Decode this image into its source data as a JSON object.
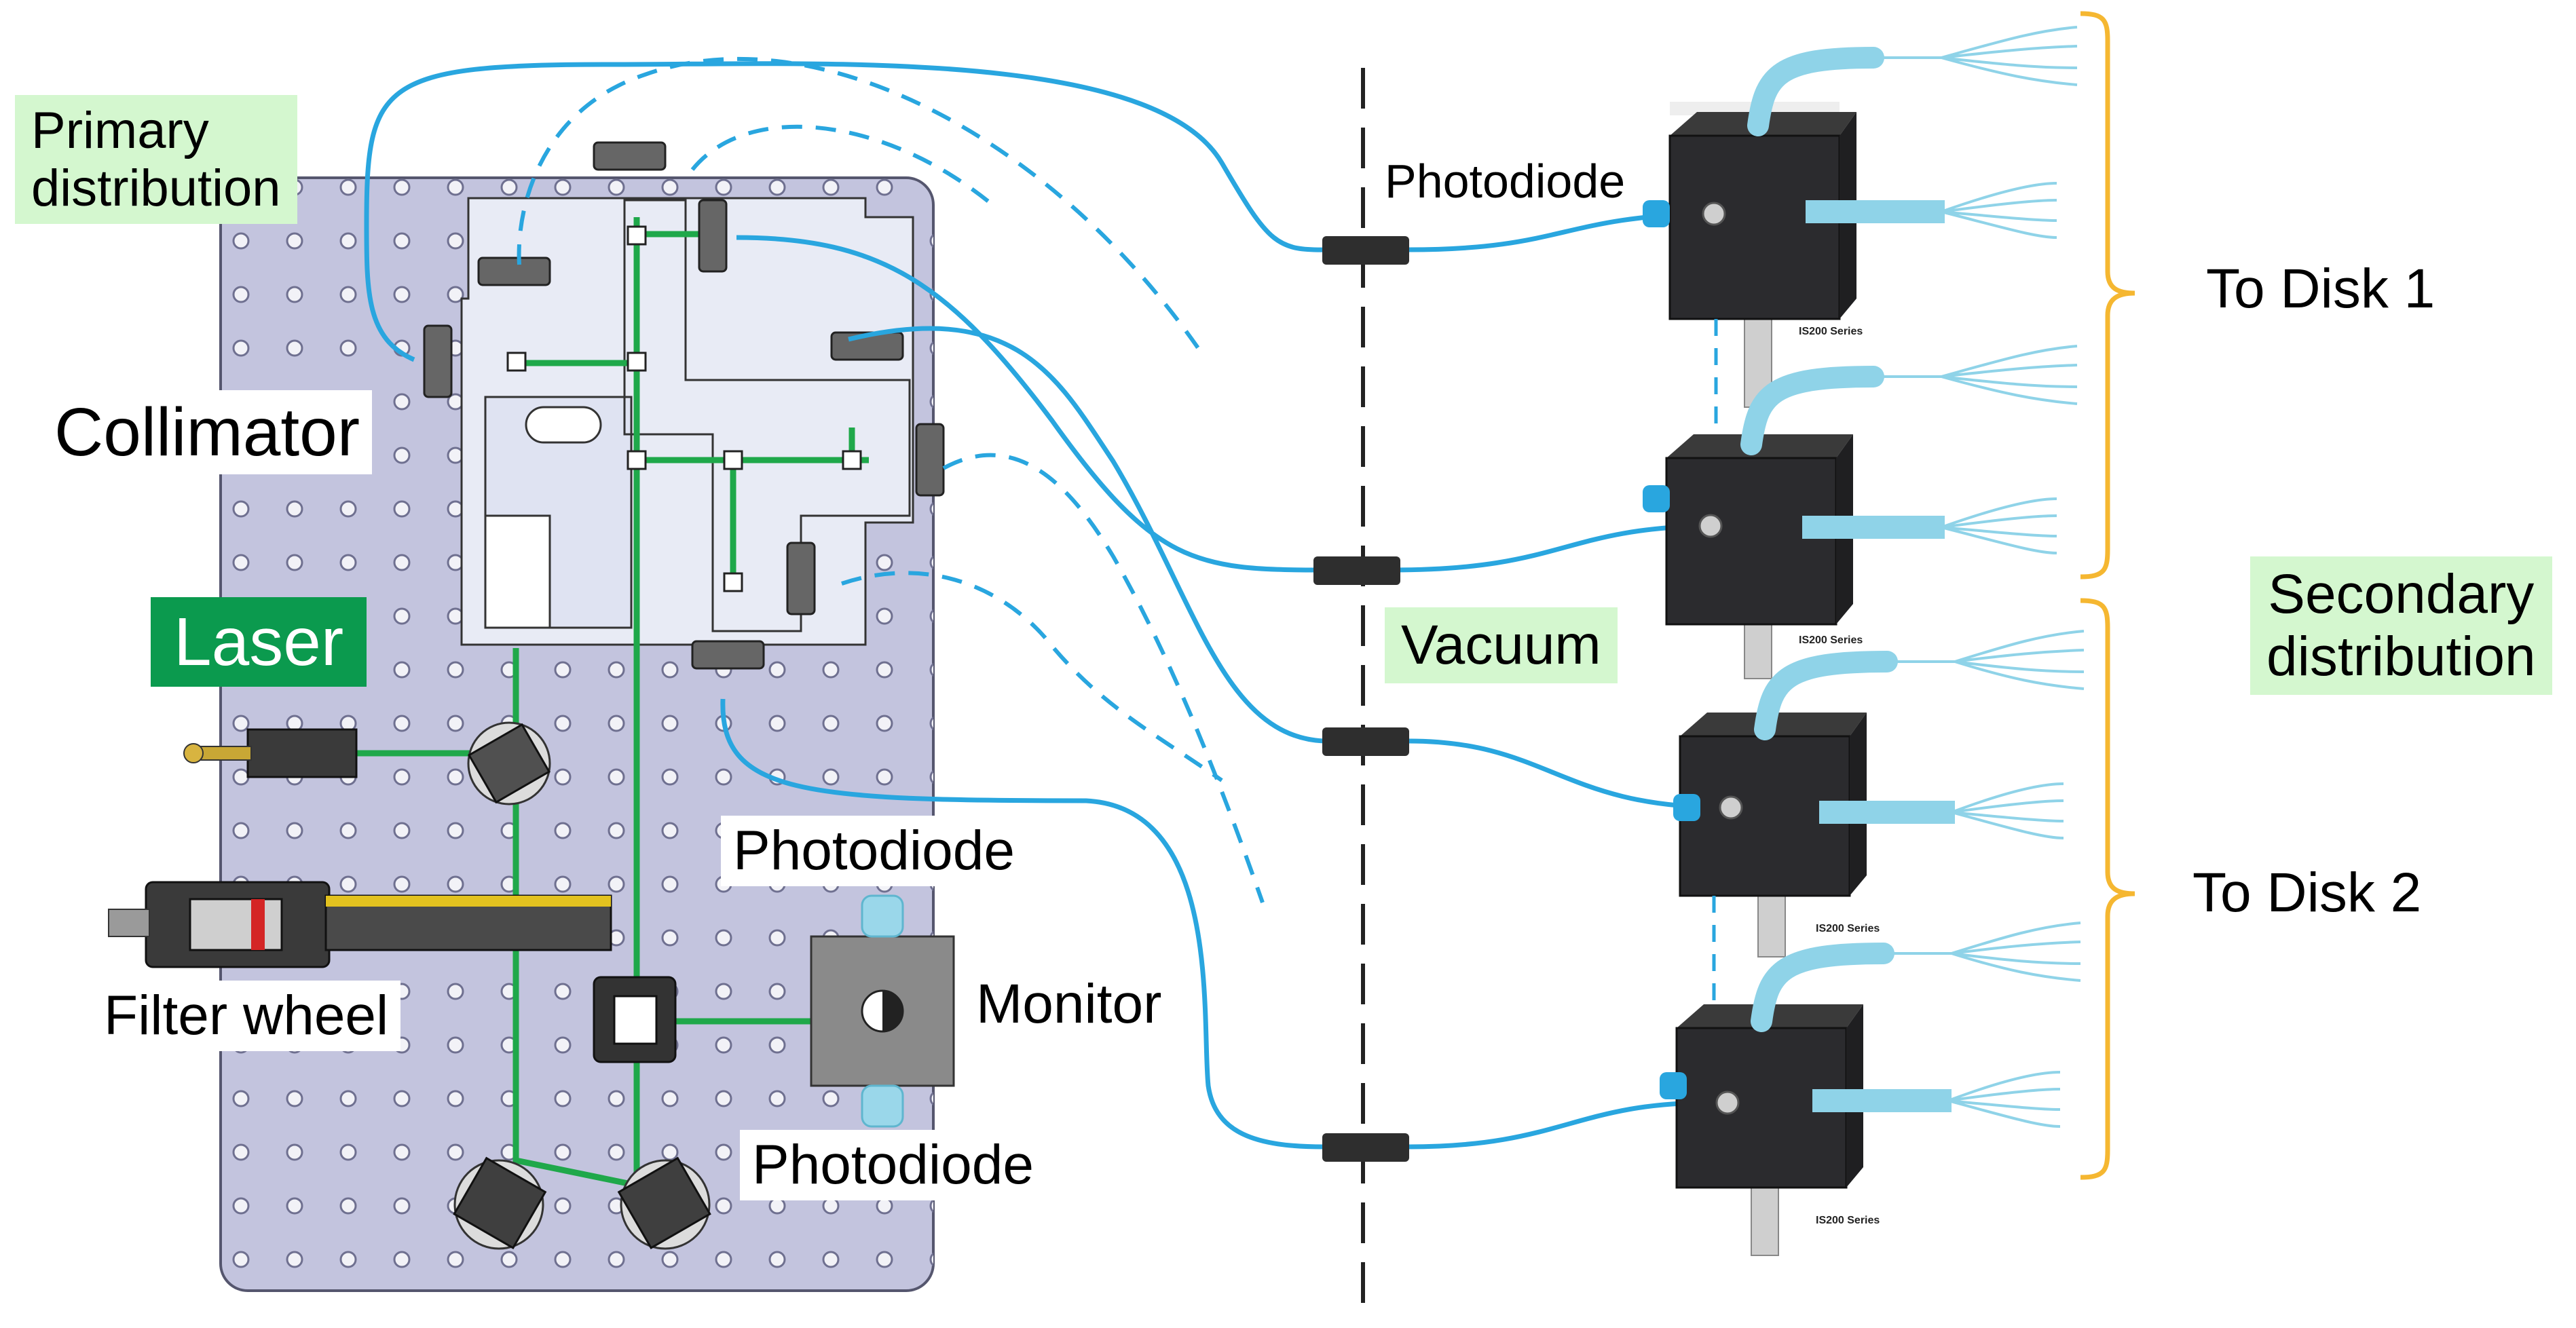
{
  "labels": {
    "primary_distribution": "Primary\ndistribution",
    "collimator": "Collimator",
    "laser": "Laser",
    "filter_wheel": "Filter wheel",
    "photodiode_monitor_top": "Photodiode",
    "monitor": "Monitor",
    "photodiode_monitor_bottom": "Photodiode",
    "photodiode_top": "Photodiode",
    "vacuum": "Vacuum",
    "to_disk_1": "To Disk 1",
    "to_disk_2": "To Disk 2",
    "secondary_distribution": "Secondary\ndistribution"
  },
  "sphere_series_label": "IS200 Series",
  "colors": {
    "breadboard": "#c3c4de",
    "laser_beam": "#1fa84a",
    "fiber": "#29a6df",
    "fiber_bundle": "#8fd3e8",
    "sphere_body": "#2b2b2e",
    "bracket": "#f5b731",
    "feedthrough": "#2e2e2e",
    "label_green_bg": "#d4f7cf",
    "laser_label_bg": "#0b9a4e"
  }
}
